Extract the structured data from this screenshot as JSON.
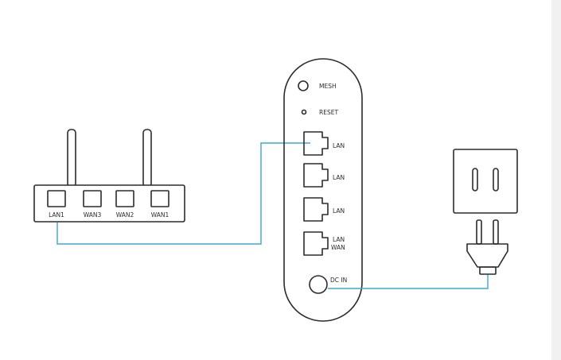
{
  "modem": {
    "ports": [
      "LAN1",
      "WAN3",
      "WAN2",
      "WAN1"
    ]
  },
  "mesh_unit": {
    "mesh_label": "MESH",
    "reset_label": "RESET",
    "port1_label": "LAN",
    "port2_label": "LAN",
    "port3_label": "LAN",
    "port4_label_line1": "LAN",
    "port4_label_line2": "WAN",
    "dc_label": "DC IN"
  },
  "colors": {
    "cable": "#3fa7cf",
    "outline": "#2b2b2b",
    "scrollbar": "#f1f1f1"
  },
  "icons": [
    "router-icon",
    "wall-outlet-icon",
    "power-plug-icon"
  ]
}
